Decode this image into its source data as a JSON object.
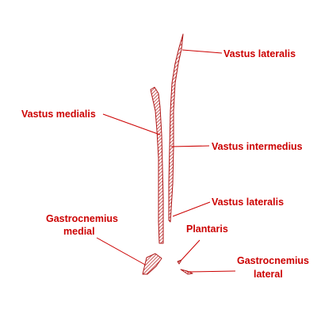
{
  "colors": {
    "label": "#cc0000",
    "leader_line": "#cc0000",
    "muscle_outline": "#b01818",
    "muscle_hatch": "#b01818",
    "muscle_fill": "#ffffff",
    "background": "#ffffff"
  },
  "labels": {
    "vastus_lateralis_top": "Vastus lateralis",
    "vastus_medialis": "Vastus medialis",
    "vastus_intermedius": "Vastus intermedius",
    "vastus_lateralis_bottom": "Vastus lateralis",
    "gastrocnemius_medial_line1": "Gastrocnemius",
    "gastrocnemius_medial_line2": "medial",
    "plantaris": "Plantaris",
    "gastrocnemius_lateral_line1": "Gastrocnemius",
    "gastrocnemius_lateral_line2": "lateral"
  }
}
